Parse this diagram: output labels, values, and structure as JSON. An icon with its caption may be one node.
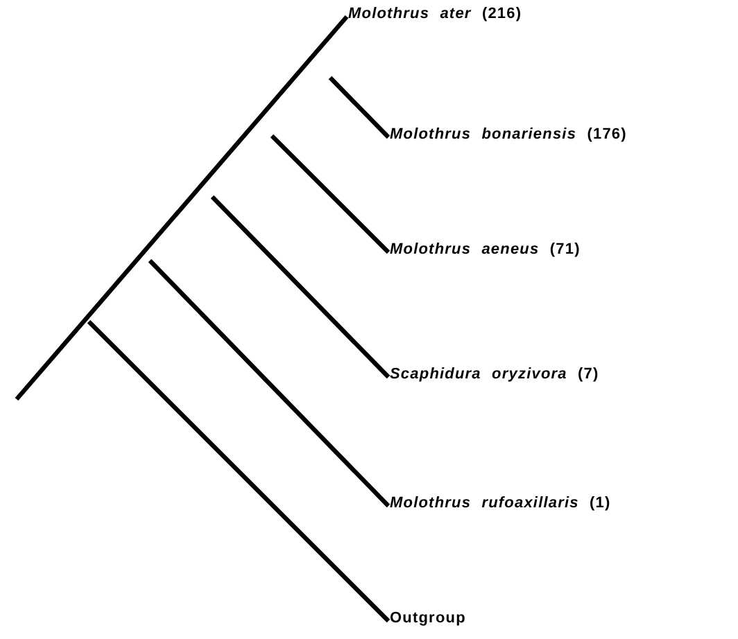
{
  "diagram": {
    "nodes": [
      {
        "text": [
          "*Molothrus ater* (216)"
        ]
      },
      {
        "text": [
          "*Molothrus bonariensis* (176)"
        ]
      },
      {
        "text": [
          "*Molothrus aeneus* (71)"
        ]
      },
      {
        "text": [
          "*Scaphidura oryzivora* (7)"
        ]
      },
      {
        "text": [
          "*Molothrus rufoaxillaris* (1)"
        ]
      },
      {
        "text": [
          "Outgroup"
        ]
      }
    ],
    "edges": [
      {
        "from": null,
        "to": 0,
        "arrow": "none"
      },
      {
        "from": null,
        "to": 1,
        "arrow": "none"
      },
      {
        "from": null,
        "to": 2,
        "arrow": "none"
      },
      {
        "from": null,
        "to": 3,
        "arrow": "none"
      },
      {
        "from": null,
        "to": 4,
        "arrow": "none"
      },
      {
        "from": null,
        "to": 5,
        "arrow": "none"
      }
    ]
  }
}
